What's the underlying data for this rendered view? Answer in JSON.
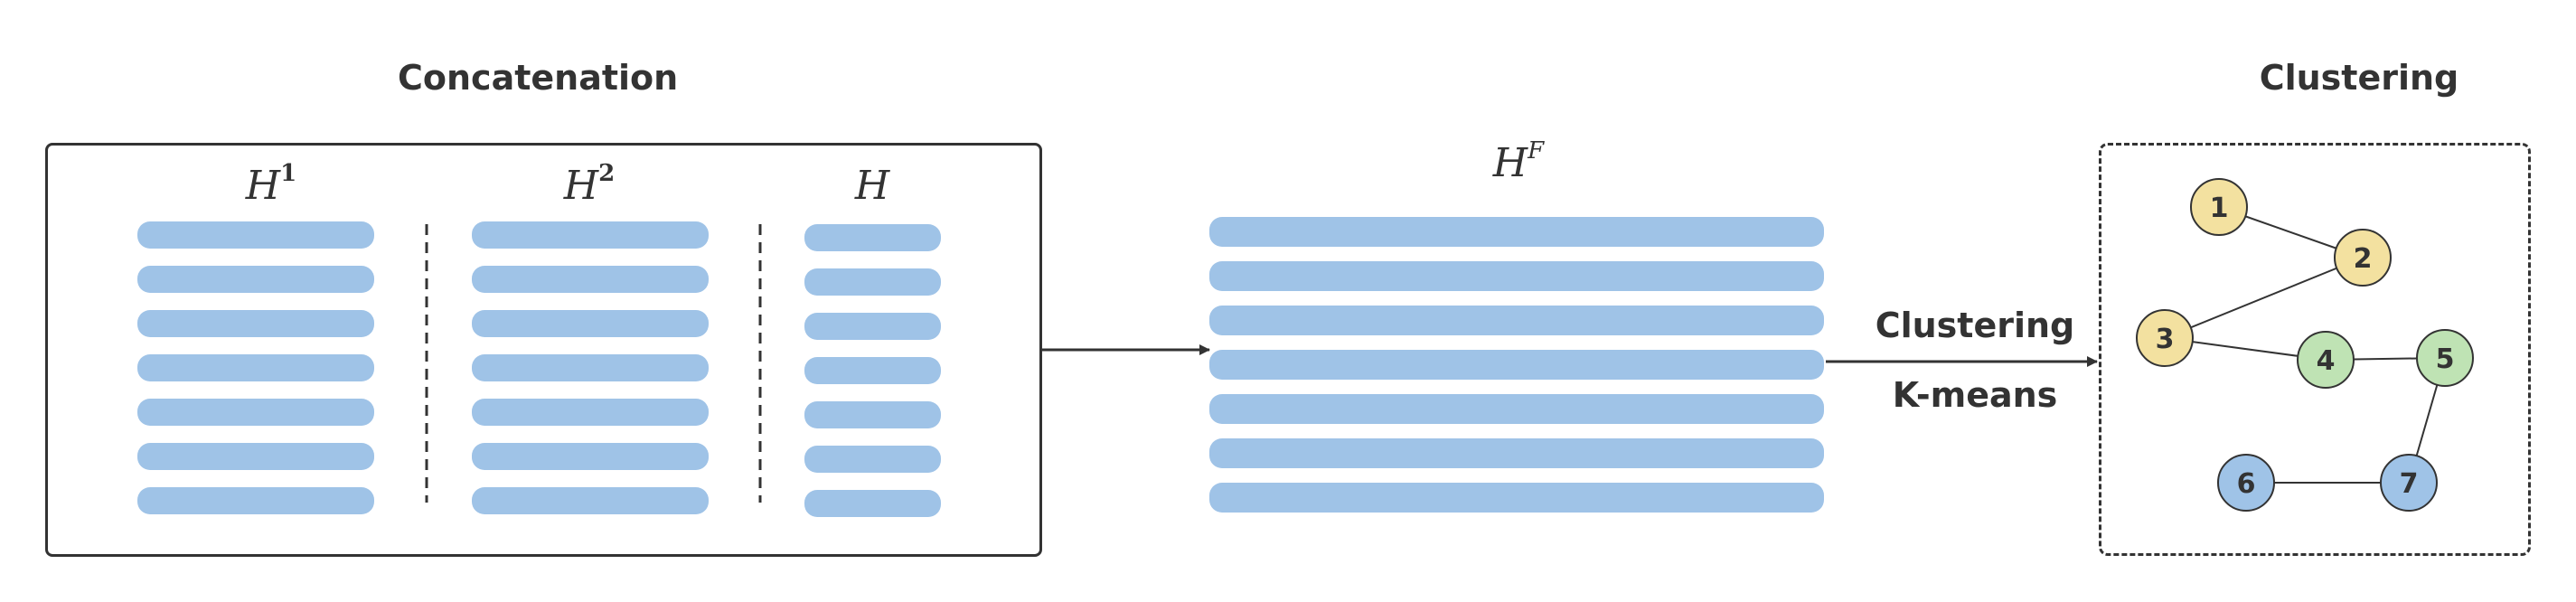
{
  "concat": {
    "title": "Concatenation",
    "h1_base": "H",
    "h1_sup": "1",
    "h2_base": "H",
    "h2_sup": "2",
    "h_label": "H"
  },
  "fused": {
    "base": "H",
    "sup": "F"
  },
  "arrow_labels": {
    "line1": "Clustering",
    "line2": "K-means"
  },
  "clustering": {
    "title": "Clustering"
  },
  "colors": {
    "bar": "#9fc3e7",
    "yellow_node": "#f3e1a0",
    "green_node": "#bfe3b4",
    "blue_node": "#9fc3e7",
    "stroke": "#333333"
  },
  "nodes": [
    {
      "id": "1",
      "group": "yellow"
    },
    {
      "id": "2",
      "group": "yellow"
    },
    {
      "id": "3",
      "group": "yellow"
    },
    {
      "id": "4",
      "group": "green"
    },
    {
      "id": "5",
      "group": "green"
    },
    {
      "id": "6",
      "group": "blue"
    },
    {
      "id": "7",
      "group": "blue"
    }
  ],
  "edges": [
    [
      "1",
      "2"
    ],
    [
      "2",
      "3"
    ],
    [
      "3",
      "4"
    ],
    [
      "4",
      "5"
    ],
    [
      "5",
      "7"
    ],
    [
      "6",
      "7"
    ]
  ]
}
